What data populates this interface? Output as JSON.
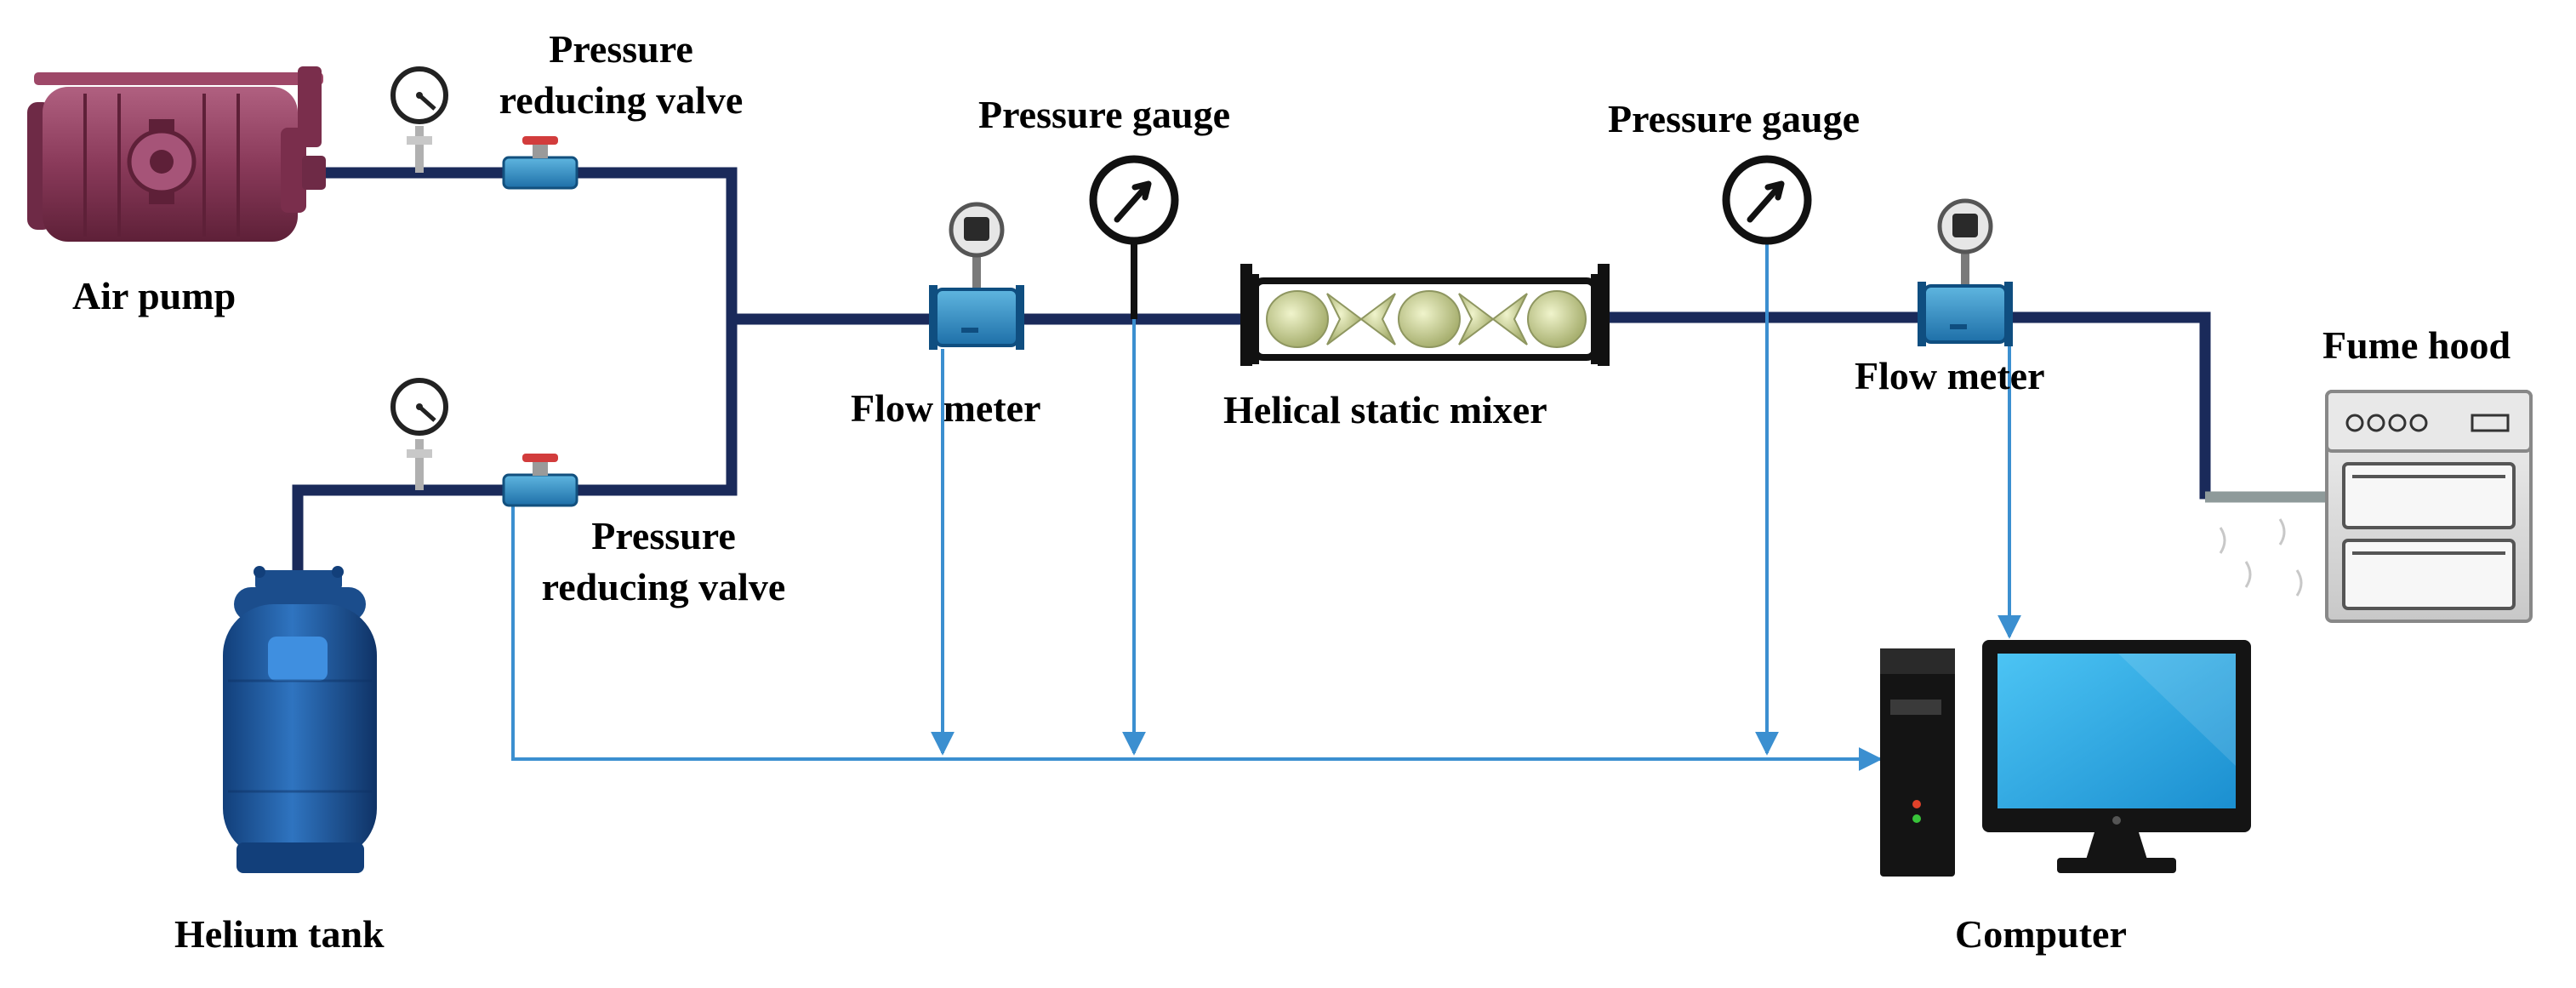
{
  "labels": {
    "air_pump": "Air pump",
    "helium_tank": "Helium tank",
    "prv_top_line1": "Pressure",
    "prv_top_line2": "reducing valve",
    "prv_bottom_line1": "Pressure",
    "prv_bottom_line2": "reducing valve",
    "pressure_gauge_1": "Pressure gauge",
    "pressure_gauge_2": "Pressure gauge",
    "flow_meter_1": "Flow meter",
    "flow_meter_2": "Flow meter",
    "mixer": "Helical static mixer",
    "fume_hood": "Fume hood",
    "computer": "Computer"
  },
  "colors": {
    "main_pipe": "#1a2a5a",
    "signal_line": "#3b8fd0",
    "pump_body": "#8a3a5a",
    "tank_body": "#1f5fa8",
    "monitor_screen": "#29a8e8",
    "mixer_element": "#c8d09a"
  },
  "icons": {
    "air_pump": "air-pump-icon",
    "helium_tank": "gas-cylinder-icon",
    "pressure_reducing_valve": "valve-icon",
    "pressure_gauge": "pressure-gauge-icon",
    "flow_meter": "flow-meter-icon",
    "static_mixer": "helical-static-mixer-icon",
    "fume_hood": "fume-hood-icon",
    "computer": "desktop-computer-icon"
  }
}
